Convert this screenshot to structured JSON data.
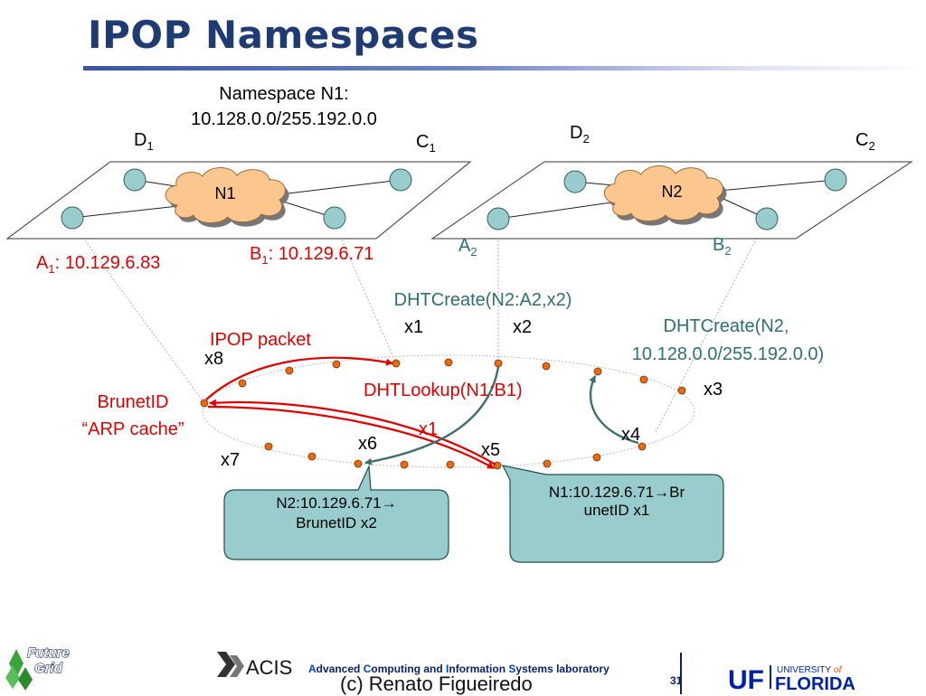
{
  "slide": {
    "title": "IPOP Namespaces",
    "page_number": "31"
  },
  "namespace_n1": {
    "label_line1": "Namespace N1:",
    "label_line2": "10.128.0.0/255.192.0.0",
    "cloud": "N1",
    "d_node": "D",
    "d_sub": "1",
    "c_node": "C",
    "c_sub": "1",
    "a_node": "A",
    "a_sub": "1",
    "a_ip": ": 10.129.6.83",
    "b_node": "B",
    "b_sub": "1",
    "b_ip": ": 10.129.6.71"
  },
  "namespace_n2": {
    "cloud": "N2",
    "d_node": "D",
    "d_sub": "2",
    "c_node": "C",
    "c_sub": "2",
    "a_node": "A",
    "a_sub": "2",
    "b_node": "B",
    "b_sub": "2"
  },
  "ring": {
    "x1": "x1",
    "x2": "x2",
    "x3": "x3",
    "x4": "x4",
    "x5": "x5",
    "x6": "x6",
    "x7": "x7",
    "x8": "x8",
    "x1_red": "x1"
  },
  "annotations": {
    "dhtcreate_a2": "DHTCreate(N2:A2,x2)",
    "dhtcreate_n2_line1": "DHTCreate(N2,",
    "dhtcreate_n2_line2": "10.128.0.0/255.192.0.0)",
    "ipop_packet": "IPOP packet",
    "dhtlookup": "DHTLookup(N1:B1)",
    "brunetid_line1": "BrunetID",
    "brunetid_line2": "“ARP cache”"
  },
  "callouts": {
    "left_line1": "N2:10.129.6.71→",
    "left_line2": "BrunetID x2",
    "right_line1": "N1:10.129.6.71→Br",
    "right_line2": "unetID x1"
  },
  "footer": {
    "futuregrid_line1": "Future",
    "futuregrid_line2": "Grid",
    "acis_logo": "ACIS",
    "lab_A": "A",
    "lab_dvanced": "dvanced ",
    "lab_C": "C",
    "lab_omputing": "omputing and ",
    "lab_I": "I",
    "lab_nformation": "nformation ",
    "lab_S": "S",
    "lab_ystems": "ystems laboratory",
    "author": "(c) Renato Figueiredo",
    "uf_logo": "UF",
    "uf_university": "UNIVERSITY",
    "uf_of": "of",
    "uf_florida": "FLORIDA"
  },
  "colors": {
    "title": "#1f3b73",
    "red": "#e00000",
    "teal_text": "#2e6f73",
    "node_fill": "#99cccc",
    "cloud_fill": "#fcc78f",
    "ring_dot": "#e86b10",
    "callout_fill": "#99cccc"
  }
}
